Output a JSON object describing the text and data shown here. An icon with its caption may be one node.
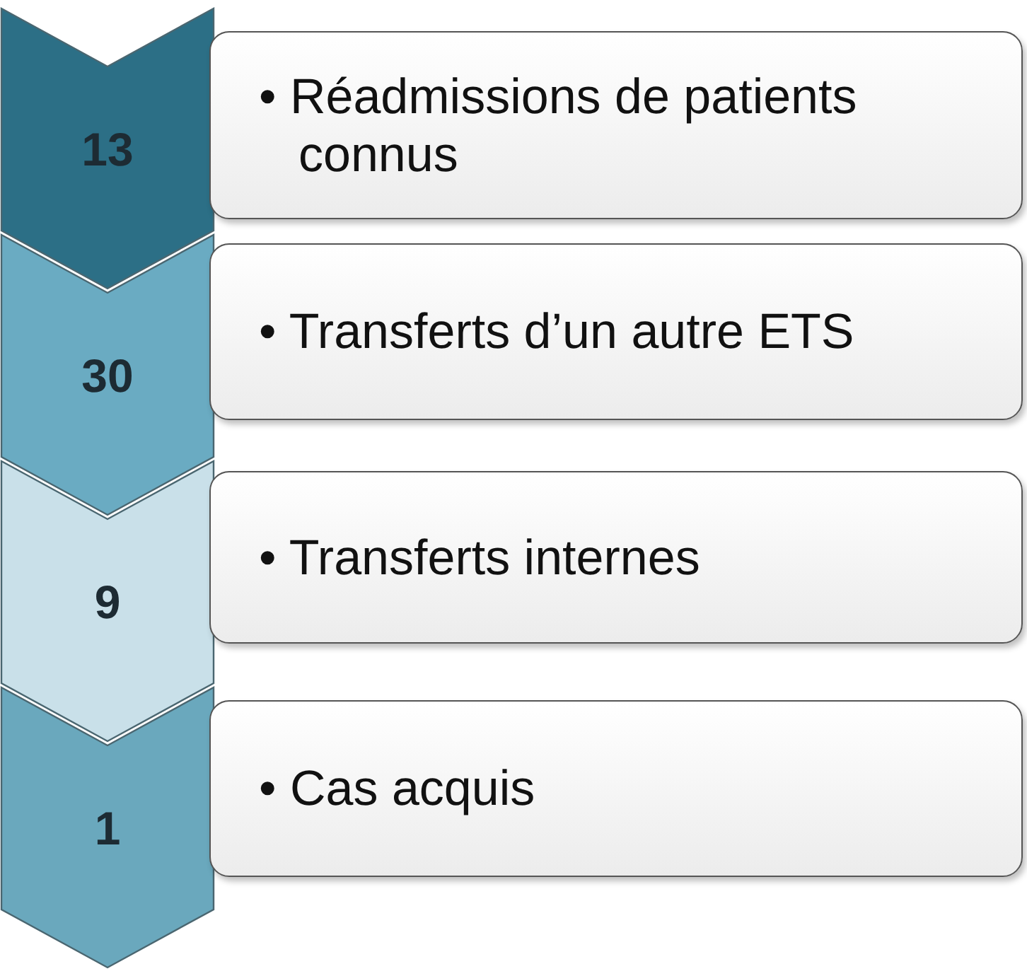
{
  "diagram": {
    "nodes": [
      {
        "text": [
          "13"
        ]
      },
      {
        "text": [
          "• Réadmissions de patients connus"
        ]
      },
      {
        "text": [
          "30"
        ]
      },
      {
        "text": [
          "• Transferts d’un autre ETS"
        ]
      },
      {
        "text": [
          "9"
        ]
      },
      {
        "text": [
          "• Transferts internes"
        ]
      },
      {
        "text": [
          "1"
        ]
      },
      {
        "text": [
          "• Cas acquis"
        ]
      }
    ]
  }
}
